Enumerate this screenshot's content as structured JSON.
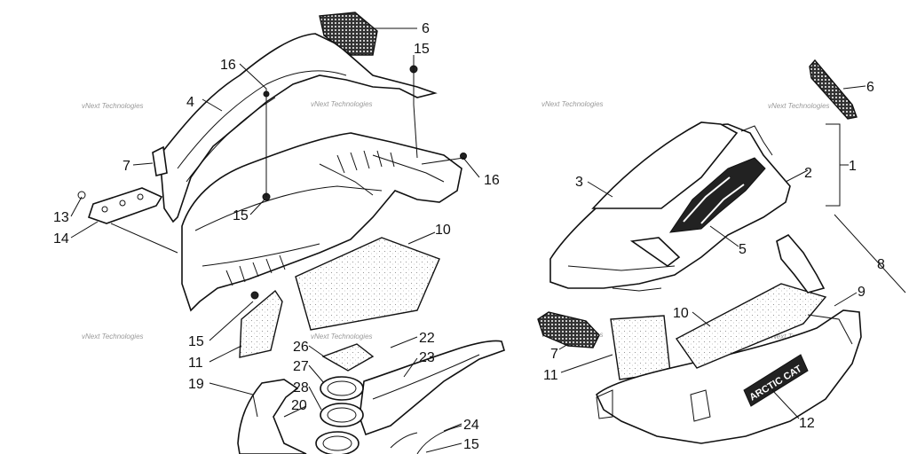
{
  "watermark": "vNext Technologies",
  "brand_decal": "ARCTIC CAT",
  "callouts": {
    "c1": "1",
    "c2": "2",
    "c3": "3",
    "c4": "4",
    "c5": "5",
    "c6a": "6",
    "c6b": "6",
    "c7a": "7",
    "c7b": "7",
    "c8": "8",
    "c9": "9",
    "c10a": "10",
    "c10b": "10",
    "c11a": "11",
    "c11b": "11",
    "c12": "12",
    "c13": "13",
    "c14": "14",
    "c15a": "15",
    "c15b": "15",
    "c15c": "15",
    "c15d": "15",
    "c16a": "16",
    "c16b": "16",
    "c19": "19",
    "c20": "20",
    "c22": "22",
    "c23": "23",
    "c24": "24",
    "c26": "26",
    "c27": "27",
    "c28": "28"
  }
}
